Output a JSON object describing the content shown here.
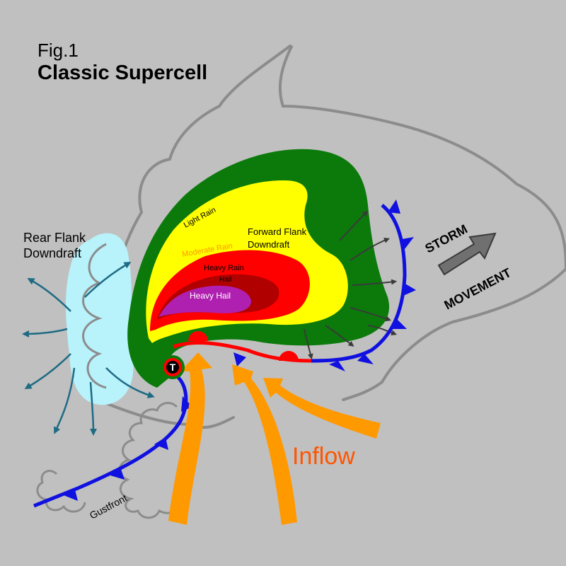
{
  "figure": {
    "number": "Fig.1",
    "title": "Classic Supercell"
  },
  "labels": {
    "rear_flank_line1": "Rear Flank",
    "rear_flank_line2": "Downdraft",
    "forward_flank_line1": "Forward Flank",
    "forward_flank_line2": "Downdraft",
    "light_rain": "Light Rain",
    "moderate_rain": "Moderate Rain",
    "heavy_rain": "Heavy Rain",
    "hail": "Hail",
    "heavy_hail": "Heavy Hail",
    "tornado": "T",
    "storm": "STORM",
    "movement": "MOVEMENT",
    "inflow": "Inflow",
    "gustfront": "Gustfront"
  },
  "colors": {
    "background": "#c0c0c0",
    "cloud_outline": "#8c8c8c",
    "light_rain": "#0b7a0b",
    "moderate_rain": "#ffff00",
    "heavy_rain": "#ff0000",
    "hail": "#b00000",
    "heavy_hail": "#b020b0",
    "rear_flank": "#b8f2fb",
    "rear_flank_arrows": "#1f6b84",
    "cold_front": "#1010e0",
    "warm_front": "#ff0000",
    "inflow": "#ff9900",
    "inflow_text": "#ff5500",
    "outflow_arrows": "#3a3a3a",
    "movement_arrow": "#707070"
  }
}
